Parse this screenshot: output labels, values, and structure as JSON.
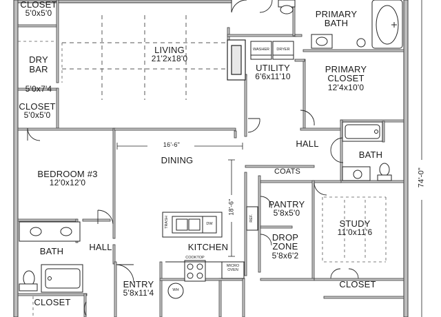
{
  "plan": {
    "rooms": {
      "closet_top": {
        "name": "CLOSET",
        "size": "5'0x5'0"
      },
      "dry_bar": {
        "name": "DRY\nBAR",
        "size": "5'0x7'4"
      },
      "living": {
        "name": "LIVING",
        "size": "21'2x18'0"
      },
      "utility": {
        "name": "UTILITY",
        "size": "6'6x11'10"
      },
      "primary_bath": {
        "name": "PRIMARY\nBATH"
      },
      "primary_closet": {
        "name": "PRIMARY\nCLOSET",
        "size": "12'4x10'0"
      },
      "closet_mid": {
        "name": "CLOSET",
        "size": "5'0x5'0"
      },
      "hall_upper": {
        "name": "HALL"
      },
      "bath_right": {
        "name": "BATH"
      },
      "bedroom3": {
        "name": "BEDROOM #3",
        "size": "12'0x12'0"
      },
      "dining": {
        "name": "DINING"
      },
      "coats": {
        "name": "COATS"
      },
      "pantry": {
        "name": "PANTRY",
        "size": "5'8x5'0"
      },
      "study": {
        "name": "STUDY",
        "size": "11'0x11'6"
      },
      "drop_zone": {
        "name": "DROP\nZONE",
        "size": "5'8x6'2"
      },
      "kitchen": {
        "name": "KITCHEN"
      },
      "bath_left": {
        "name": "BATH"
      },
      "hall_left": {
        "name": "HALL"
      },
      "entry": {
        "name": "ENTRY",
        "size": "5'8x11'4"
      },
      "closet_bottom_left": {
        "name": "CLOSET"
      },
      "closet_bottom_right": {
        "name": "CLOSET"
      }
    },
    "dimensions": {
      "dining_width": "16'-6\"",
      "kitchen_depth": "18'-6\"",
      "overall_depth": "74'-0\""
    },
    "fixtures": {
      "washer": "WASHER",
      "dryer": "DRYER",
      "cooktop": "COOKTOP",
      "microwave_oven": "MICRO\nOVEN",
      "fridge": "REF.",
      "water_heater": "WH",
      "trash": "TRASH",
      "dw": "DW"
    }
  }
}
